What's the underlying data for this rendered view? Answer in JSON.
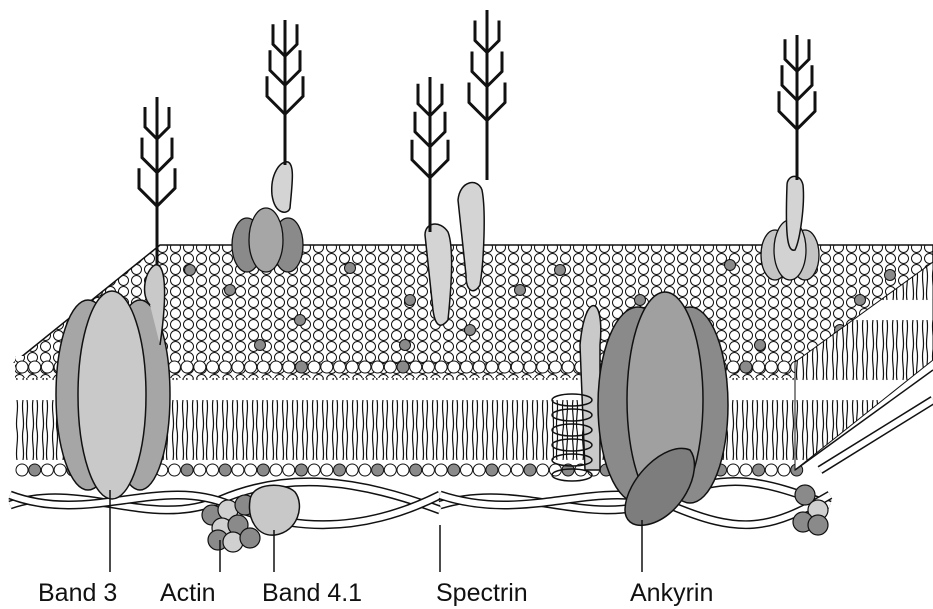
{
  "labels": {
    "band3": "Band 3",
    "actin": "Actin",
    "band41": "Band 4.1",
    "spectrin": "Spectrin",
    "ankyrin": "Ankyrin"
  },
  "colors": {
    "background": "#ffffff",
    "line": "#111111",
    "lipid_head": "#ffffff",
    "lipid_head_shaded": "#8a8a8a",
    "protein_light": "#c9c9c9",
    "protein_mid": "#a6a6a6",
    "protein_dark": "#7d7d7d",
    "glyco_stalk": "#d4d4d4"
  }
}
